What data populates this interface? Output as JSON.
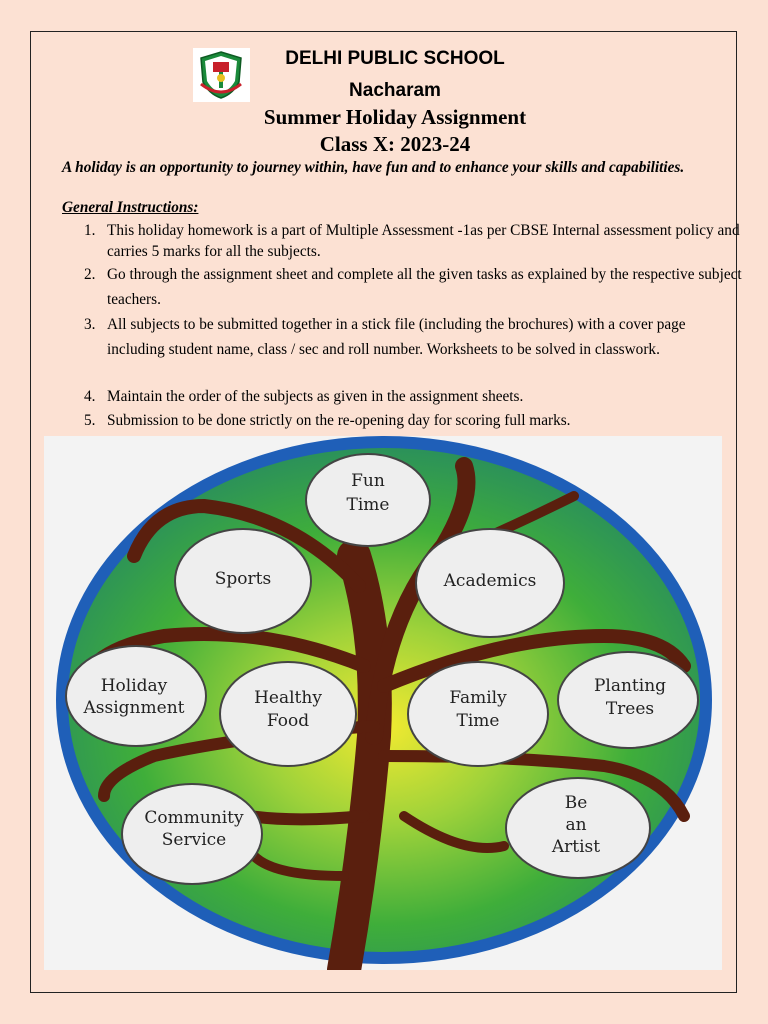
{
  "header": {
    "school": "DELHI PUBLIC SCHOOL",
    "branch": "Nacharam",
    "title": "Summer Holiday Assignment",
    "class_year": "Class X: 2023-24"
  },
  "intro": "A holiday is an opportunity to journey within, have fun and to enhance your skills and capabilities.",
  "instructions": {
    "heading": "General Instructions:",
    "items": [
      {
        "num": "1.",
        "text": "This holiday homework is a part of Multiple Assessment -1as per CBSE Internal assessment policy and carries 5 marks for all the subjects."
      },
      {
        "num": "2.",
        "text": "Go through the assignment sheet and complete all the given tasks as explained by the respective subject teachers."
      },
      {
        "num": "3.",
        "text": "All subjects to be submitted together in a stick file (including the brochures) with a cover page including student name, class / sec and roll number. Worksheets to be solved in classwork."
      },
      {
        "num": "4.",
        "text": "Maintain the order of the subjects as given in the assignment sheets."
      },
      {
        "num": "5.",
        "text": "Submission to be done strictly on the re-opening day for scoring full marks."
      }
    ]
  },
  "tree": {
    "bubbles": {
      "fun_time": [
        "Fun",
        "Time"
      ],
      "sports": [
        "Sports"
      ],
      "academics": [
        "Academics"
      ],
      "holiday_assignment": [
        "Holiday",
        "Assignment"
      ],
      "healthy_food": [
        "Healthy",
        "Food"
      ],
      "family_time": [
        "Family",
        "Time"
      ],
      "planting_trees": [
        "Planting",
        "Trees"
      ],
      "community_service": [
        "Community",
        "Service"
      ],
      "be_an_artist": [
        "Be",
        "an",
        "Artist"
      ]
    }
  },
  "colors": {
    "page_bg": "#fce1d3",
    "circle_blue": "#1f5fb8",
    "circle_green": "#3fae3a",
    "circle_yellow": "#e8e21c",
    "tree_brown": "#6b2a16",
    "logo_green": "#1a8a3a",
    "logo_red": "#c8202a"
  }
}
